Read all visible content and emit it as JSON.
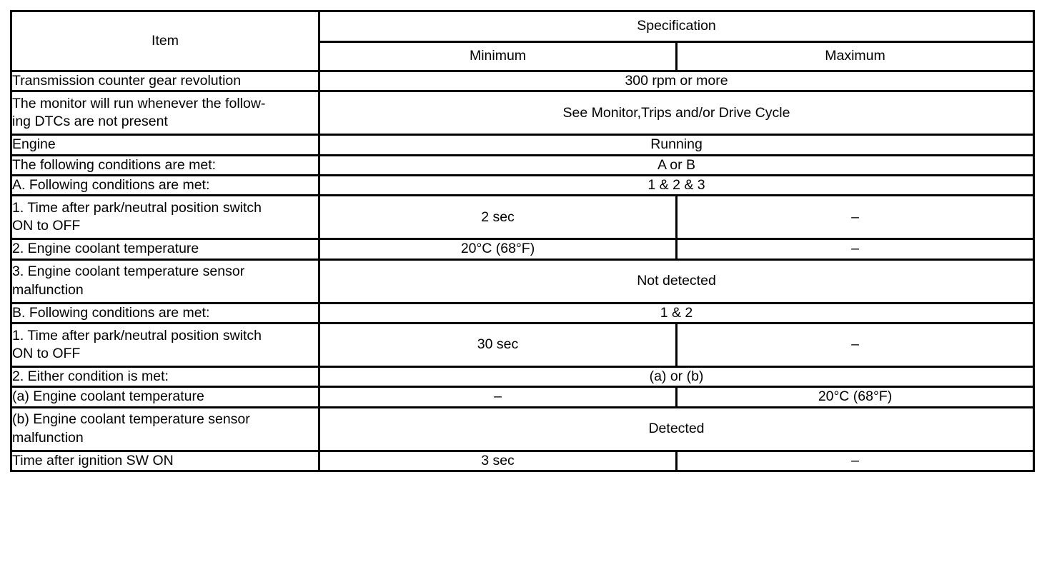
{
  "table": {
    "header": {
      "item_label": "Item",
      "spec_label": "Specification",
      "minimum_label": "Minimum",
      "maximum_label": "Maximum"
    },
    "rows": [
      {
        "item_line1": "Transmission counter gear revolution",
        "item_line2": "",
        "span": true,
        "value": "300 rpm or more",
        "minimum": "",
        "maximum": ""
      },
      {
        "item_line1": "The monitor will run whenever the follow-",
        "item_line2": "ing DTCs are not present",
        "span": true,
        "value": "See Monitor,Trips and/or Drive Cycle",
        "minimum": "",
        "maximum": ""
      },
      {
        "item_line1": "Engine",
        "item_line2": "",
        "span": true,
        "value": "Running",
        "minimum": "",
        "maximum": ""
      },
      {
        "item_line1": "The following conditions are met:",
        "item_line2": "",
        "span": true,
        "value": "A or B",
        "minimum": "",
        "maximum": ""
      },
      {
        "item_line1": "A. Following conditions are met:",
        "item_line2": "",
        "span": true,
        "value": "1 & 2 & 3",
        "minimum": "",
        "maximum": ""
      },
      {
        "item_line1": "1. Time after park/neutral position switch",
        "item_line2": "ON to OFF",
        "span": false,
        "value": "",
        "minimum": "2 sec",
        "maximum": "–"
      },
      {
        "item_line1": "2. Engine coolant temperature",
        "item_line2": "",
        "span": false,
        "value": "",
        "minimum": "20°C (68°F)",
        "maximum": "–"
      },
      {
        "item_line1": "3. Engine coolant temperature sensor",
        "item_line2": "malfunction",
        "span": true,
        "value": "Not detected",
        "minimum": "",
        "maximum": ""
      },
      {
        "item_line1": "B. Following conditions are met:",
        "item_line2": "",
        "span": true,
        "value": "1 & 2",
        "minimum": "",
        "maximum": ""
      },
      {
        "item_line1": "1. Time after park/neutral position switch",
        "item_line2": "ON to OFF",
        "span": false,
        "value": "",
        "minimum": "30 sec",
        "maximum": "–"
      },
      {
        "item_line1": "2. Either condition is met:",
        "item_line2": "",
        "span": true,
        "value": "(a) or (b)",
        "minimum": "",
        "maximum": ""
      },
      {
        "item_line1": "(a) Engine coolant temperature",
        "item_line2": "",
        "span": false,
        "value": "",
        "minimum": "–",
        "maximum": "20°C (68°F)"
      },
      {
        "item_line1": "(b) Engine coolant temperature sensor",
        "item_line2": "malfunction",
        "span": true,
        "value": "Detected",
        "minimum": "",
        "maximum": ""
      },
      {
        "item_line1": "Time after ignition SW ON",
        "item_line2": "",
        "span": false,
        "value": "",
        "minimum": "3 sec",
        "maximum": "–"
      }
    ]
  }
}
